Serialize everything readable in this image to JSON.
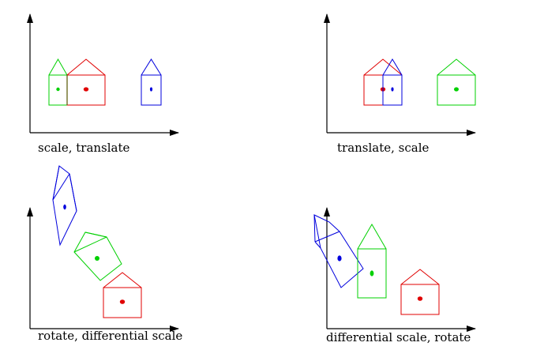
{
  "colors": {
    "axis": "#000000",
    "red_house": "#e00000",
    "green_house": "#00d000",
    "blue_house": "#0000dd",
    "olive_edge": "#555500"
  },
  "panels": [
    {
      "caption": "scale, translate"
    },
    {
      "caption": "translate, scale"
    },
    {
      "caption": "rotate, differential scale"
    },
    {
      "caption": "differential scale, rotate"
    }
  ]
}
